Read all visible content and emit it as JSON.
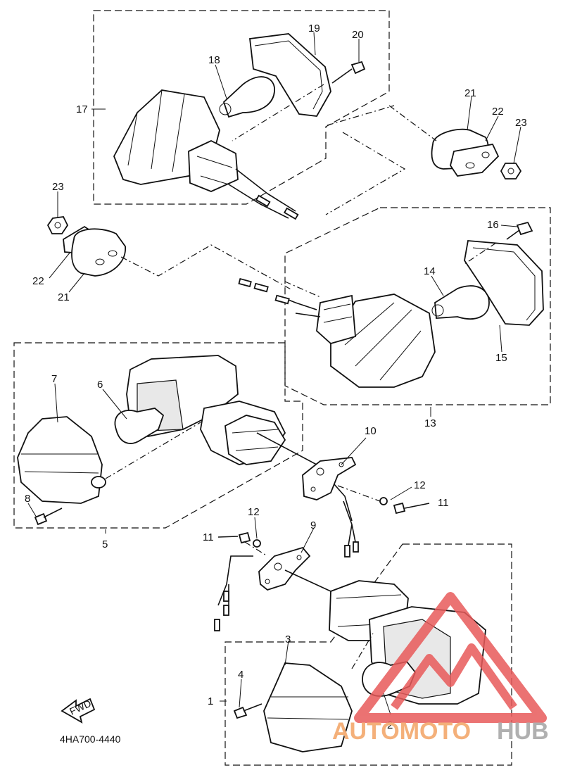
{
  "diagram": {
    "part_code": "4HA700-4440",
    "fwd_label": "FWD",
    "callouts": {
      "c1": "1",
      "c2": "2",
      "c3": "3",
      "c4": "4",
      "c5": "5",
      "c6": "6",
      "c7": "7",
      "c8": "8",
      "c9": "9",
      "c10": "10",
      "c11a": "11",
      "c11b": "11",
      "c12a": "12",
      "c12b": "12",
      "c13": "13",
      "c14": "14",
      "c15": "15",
      "c16": "16",
      "c17": "17",
      "c18": "18",
      "c19": "19",
      "c20": "20",
      "c21a": "21",
      "c21b": "21",
      "c22a": "22",
      "c22b": "22",
      "c23a": "23",
      "c23b": "23"
    }
  },
  "watermark": {
    "text_accent": "AUTOMOTO",
    "text_gray": "HUB",
    "accent_color": "#f4b07a",
    "logo_color": "#e85a5a"
  }
}
